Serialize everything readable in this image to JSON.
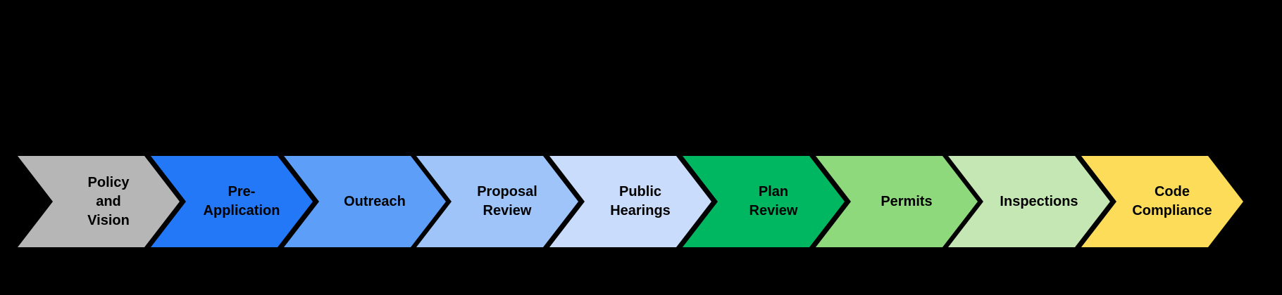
{
  "canvas": {
    "background": "#000000",
    "text_color": "#000000"
  },
  "process_flow": {
    "description": "Nine-step chevron process flow diagram",
    "stages": [
      {
        "label": "Policy\nand\nVision",
        "color": "#b6b6b6"
      },
      {
        "label": "Pre-\nApplication",
        "color": "#2378f8"
      },
      {
        "label": "Outreach",
        "color": "#5d9ef9"
      },
      {
        "label": "Proposal\nReview",
        "color": "#9ec4fa"
      },
      {
        "label": "Public\nHearings",
        "color": "#c9dcfc"
      },
      {
        "label": "Plan\nReview",
        "color": "#00b761"
      },
      {
        "label": "Permits",
        "color": "#8fd97d"
      },
      {
        "label": "Inspections",
        "color": "#c4e7b4"
      },
      {
        "label": "Code\nCompliance",
        "color": "#fcdc58"
      }
    ]
  }
}
